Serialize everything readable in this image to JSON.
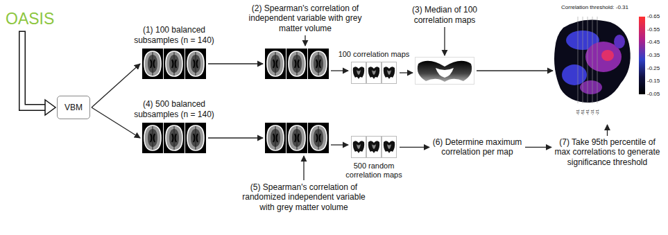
{
  "diagram": {
    "nodes": [
      {
        "text": [
          "OASIS"
        ]
      },
      {
        "text": [
          "VBM"
        ]
      },
      {
        "text": [
          "(1) 100 balanced subsamples (n = 140)"
        ]
      },
      {
        "text": [
          "(2) Spearman's correlation of independent variable with grey matter volume"
        ]
      },
      {
        "text": [
          "100 correlation maps"
        ]
      },
      {
        "text": [
          "(3) Median of 100 correlation maps"
        ]
      },
      {
        "text": [
          "Correlation threshold: -0.31"
        ]
      },
      {
        "text": [
          "(4) 500 balanced subsamples (n = 140)"
        ]
      },
      {
        "text": [
          "(5) Spearman's correlation of randomized independent variable with grey matter volume"
        ]
      },
      {
        "text": [
          "500 random correlation maps"
        ]
      },
      {
        "text": [
          "(6) Determine maximum correlation per map"
        ]
      },
      {
        "text": [
          "(7) Take 95th percentile of max correlations to generate significance threshold"
        ]
      }
    ],
    "edges": [
      {
        "from": 0,
        "to": 1,
        "arrow": "to"
      },
      {
        "from": 1,
        "to": 2,
        "arrow": "to"
      },
      {
        "from": 1,
        "to": 7,
        "arrow": "to"
      },
      {
        "from": 2,
        "to": 3,
        "arrow": "to"
      },
      {
        "from": 3,
        "to": 4,
        "arrow": "to"
      },
      {
        "from": 4,
        "to": 5,
        "arrow": "to"
      },
      {
        "from": 5,
        "to": 6,
        "arrow": "to"
      },
      {
        "from": 7,
        "to": 8,
        "arrow": "to"
      },
      {
        "from": 8,
        "to": 9,
        "arrow": "to"
      },
      {
        "from": 9,
        "to": 10,
        "arrow": "to"
      },
      {
        "from": 10,
        "to": 11,
        "arrow": "to"
      },
      {
        "from": 11,
        "to": 6,
        "arrow": "to"
      }
    ],
    "labels": [
      "-0.65",
      "-0.55",
      "-0.45",
      "-0.35",
      "-0.25",
      "-0.15",
      "-0.05",
      "-61",
      "-51",
      "-41",
      "-31",
      "-21"
    ]
  }
}
